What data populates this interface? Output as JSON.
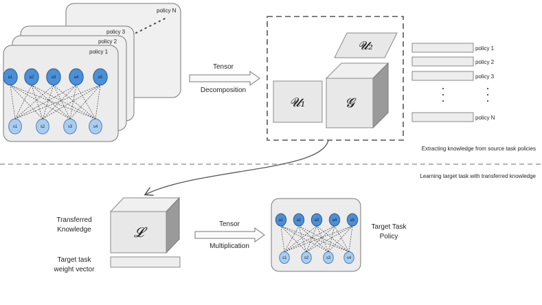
{
  "policy_stack": {
    "labels": [
      "policy N",
      "policy 3",
      "policy 2",
      "policy 1"
    ],
    "outputs": [
      "a1",
      "a2",
      "a3",
      "a4",
      "a5"
    ],
    "inputs": [
      "s1",
      "s2",
      "s3",
      "s4"
    ]
  },
  "decomposition_arrow": {
    "line1": "Tensor",
    "line2": "Decomposition"
  },
  "tensor_factors": {
    "u1": "𝓤₁",
    "u2": "𝓤₂",
    "core": "𝓖"
  },
  "policy_bars": [
    "policy 1",
    "policy 2",
    "policy 3",
    "policy N"
  ],
  "captions": {
    "extract": "Extracting knowledge from source task policies",
    "learn": "Learning target task with transferred knowledge"
  },
  "transferred_knowledge": {
    "label": "Transferred\nKnowledge",
    "symbol": "𝓛",
    "weight_label": "Target task\nweight vector"
  },
  "multiplication_arrow": {
    "line1": "Tensor",
    "line2": "Multiplication"
  },
  "target_policy": {
    "label": "Target Task\nPolicy",
    "outputs": [
      "a1",
      "a2",
      "a3",
      "a4",
      "a5"
    ],
    "inputs": [
      "s1",
      "s2",
      "s3",
      "s4"
    ]
  }
}
